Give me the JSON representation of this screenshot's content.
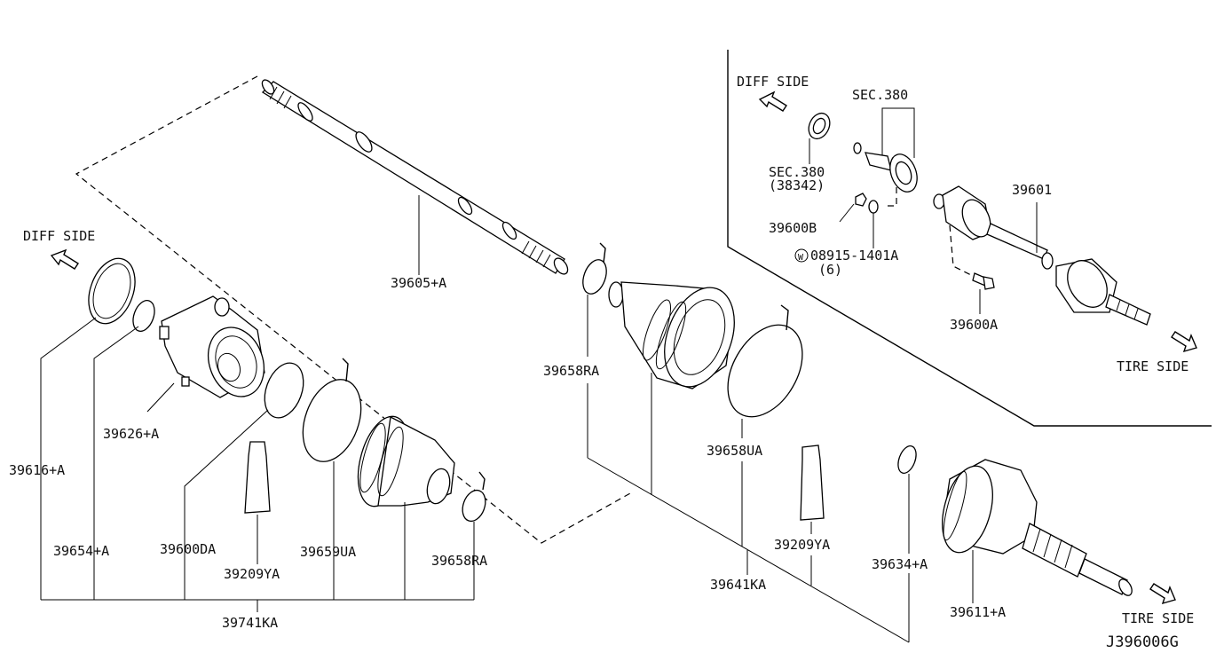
{
  "labels": {
    "diff_side_left": "DIFF SIDE",
    "diff_side_inset": "DIFF SIDE",
    "tire_side_inset": "TIRE SIDE",
    "tire_side_bottom": "TIRE SIDE",
    "sec380_top": "SEC.380",
    "sec380_seal": "SEC.380",
    "seal_code": "(38342)",
    "p39601": "39601",
    "p39600B": "39600B",
    "p08915": "08915-1401A",
    "p08915_qty": "(6)",
    "washer_symbol": "W",
    "p39600A": "39600A",
    "p39605": "39605+A",
    "p39616": "39616+A",
    "p39626": "39626+A",
    "p39654": "39654+A",
    "p39600DA": "39600DA",
    "p39209YA_left": "39209YA",
    "p39659UA": "39659UA",
    "p39658RA_left": "39658RA",
    "p39741KA": "39741KA",
    "p39658RA_mid": "39658RA",
    "p39658UA": "39658UA",
    "p39209YA_right": "39209YA",
    "p39641KA": "39641KA",
    "p39634": "39634+A",
    "p39611": "39611+A",
    "diagram_code": "J396006G"
  }
}
